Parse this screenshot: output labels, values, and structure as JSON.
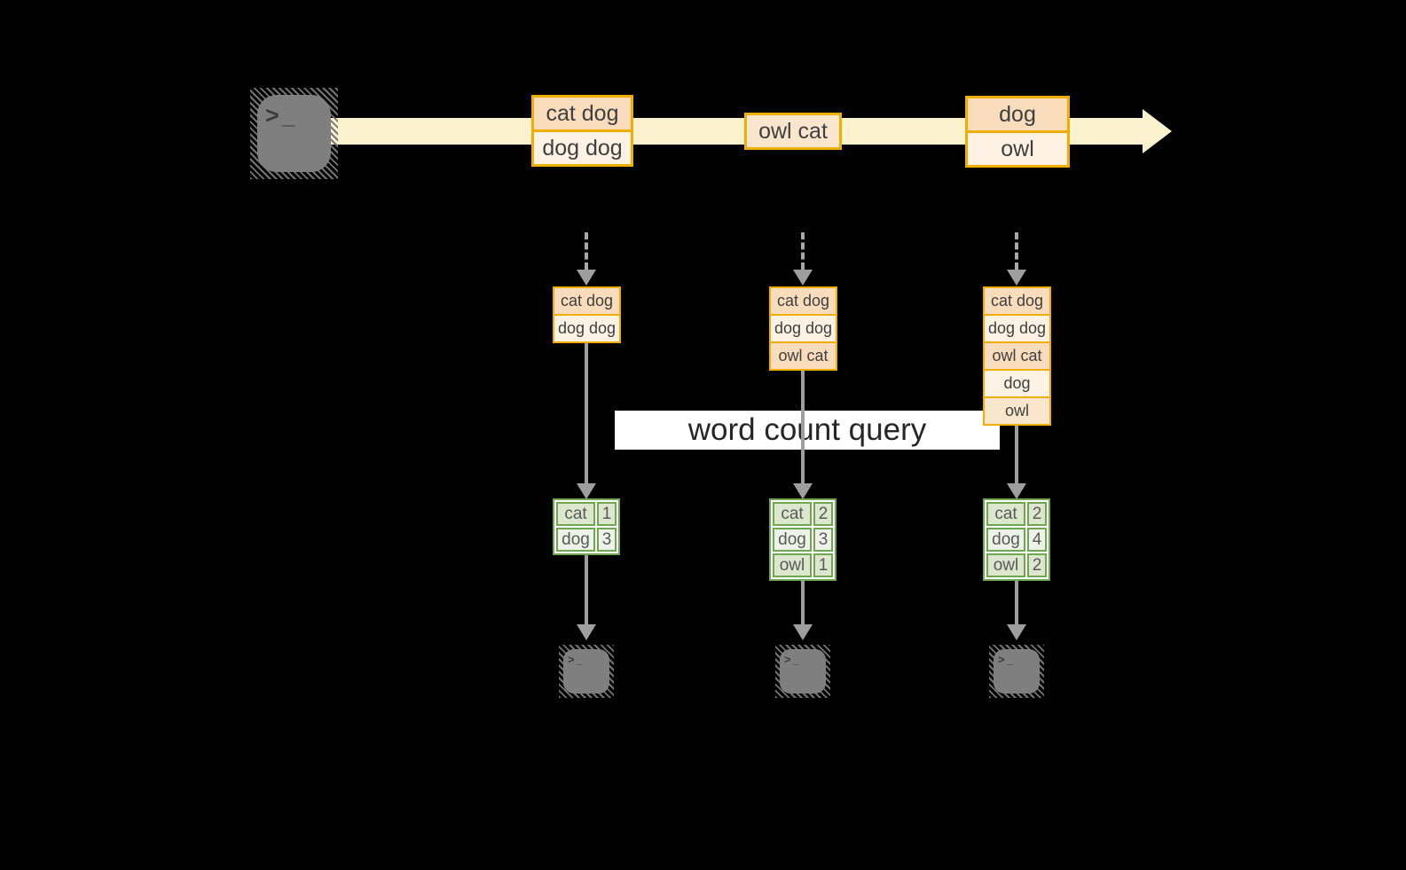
{
  "colors": {
    "background": "#000000",
    "accent_amber": "#F2AE00",
    "band_yellow": "#FBF1CE",
    "record_fill_dark": "#F8DCBC",
    "record_fill_light": "#FDF2E3",
    "record_fill_mid": "#FAE6CC",
    "green_border": "#6FA750",
    "green_fill_dark": "#DCE7CE",
    "green_fill_light": "#EEF3E9",
    "arrow_gray": "#9E9E9E",
    "terminal_gray": "#7F7F7F"
  },
  "terminal": {
    "prompt": ">_"
  },
  "query_label": "word count query",
  "stream_records": [
    {
      "rows": [
        {
          "text": "cat dog",
          "tone": "dark"
        },
        {
          "text": "dog dog",
          "tone": "light"
        }
      ]
    },
    {
      "rows": [
        {
          "text": "owl cat",
          "tone": "mid"
        }
      ]
    },
    {
      "rows": [
        {
          "text": "dog",
          "tone": "dark"
        },
        {
          "text": "owl",
          "tone": "light"
        }
      ]
    }
  ],
  "snapshots": [
    {
      "stack": [
        {
          "text": "cat dog",
          "tone": "dark"
        },
        {
          "text": "dog dog",
          "tone": "light"
        }
      ],
      "counts": [
        {
          "word": "cat",
          "value": "1",
          "tone": "dark"
        },
        {
          "word": "dog",
          "value": "3",
          "tone": "light"
        }
      ]
    },
    {
      "stack": [
        {
          "text": "cat dog",
          "tone": "dark"
        },
        {
          "text": "dog dog",
          "tone": "light"
        },
        {
          "text": "owl cat",
          "tone": "dark"
        }
      ],
      "counts": [
        {
          "word": "cat",
          "value": "2",
          "tone": "dark"
        },
        {
          "word": "dog",
          "value": "3",
          "tone": "light"
        },
        {
          "word": "owl",
          "value": "1",
          "tone": "dark"
        }
      ]
    },
    {
      "stack": [
        {
          "text": "cat dog",
          "tone": "dark"
        },
        {
          "text": "dog dog",
          "tone": "light"
        },
        {
          "text": "owl cat",
          "tone": "dark"
        },
        {
          "text": "dog",
          "tone": "light"
        },
        {
          "text": "owl",
          "tone": "mid"
        }
      ],
      "counts": [
        {
          "word": "cat",
          "value": "2",
          "tone": "dark"
        },
        {
          "word": "dog",
          "value": "4",
          "tone": "light"
        },
        {
          "word": "owl",
          "value": "2",
          "tone": "dark"
        }
      ]
    }
  ]
}
